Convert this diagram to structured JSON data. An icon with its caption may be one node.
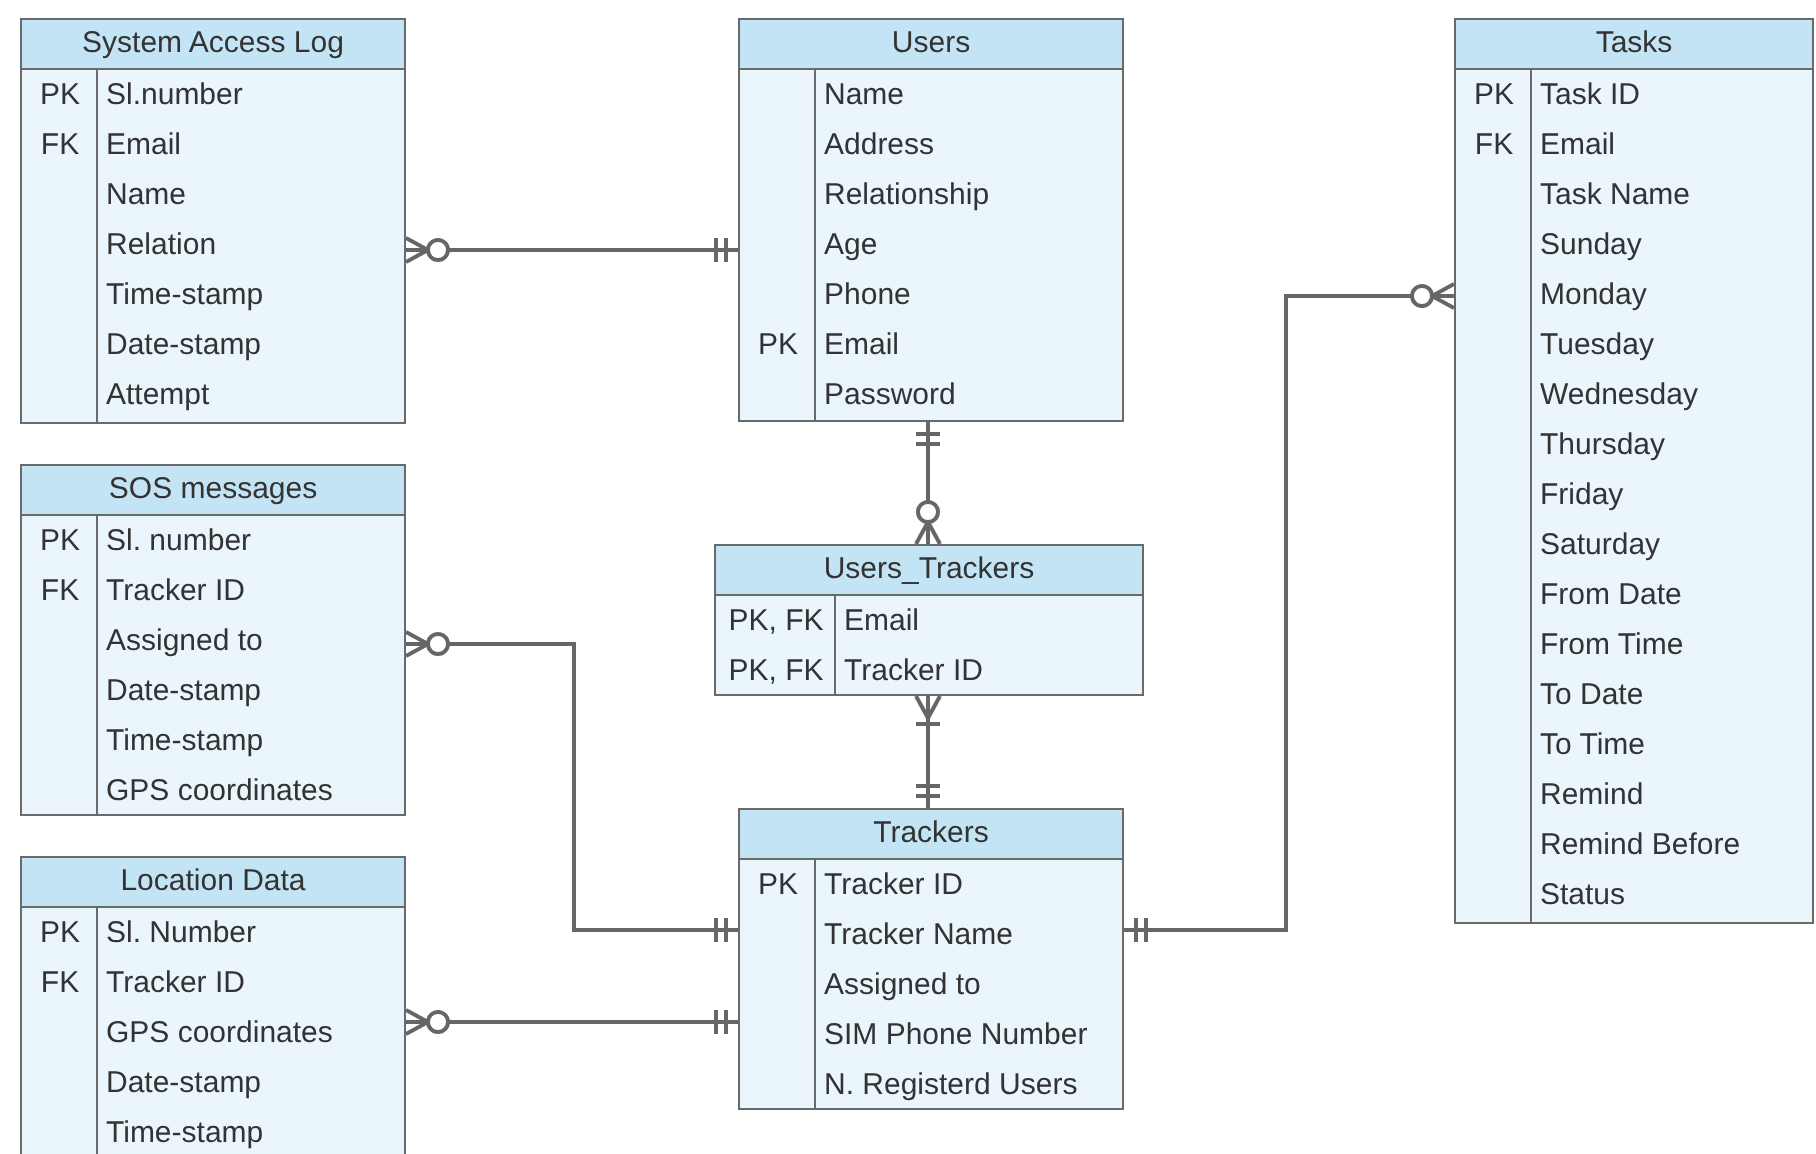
{
  "diagram": {
    "nodes": [
      {
        "text": [
          "System Access Log",
          "PK",
          "Sl.number",
          "FK",
          "Email",
          "Name",
          "Relation",
          "Time-stamp",
          "Date-stamp",
          "Attempt"
        ]
      },
      {
        "text": [
          "Users",
          "Name",
          "Address",
          "Relationship",
          "Age",
          "Phone",
          "PK",
          "Email",
          "Password"
        ]
      },
      {
        "text": [
          "Tasks",
          "PK",
          "Task ID",
          "FK",
          "Email",
          "Task Name",
          "Sunday",
          "Monday",
          "Tuesday",
          "Wednesday",
          "Thursday",
          "Friday",
          "Saturday",
          "From Date",
          "From Time",
          "To Date",
          "To Time",
          "Remind",
          "Remind Before",
          "Status"
        ]
      },
      {
        "text": [
          "SOS messages",
          "PK",
          "Sl. number",
          "FK",
          "Tracker ID",
          "Assigned to",
          "Date-stamp",
          "Time-stamp",
          "GPS coordinates"
        ]
      },
      {
        "text": [
          "Users_Trackers",
          "PK, FK",
          "Email",
          "PK, FK",
          "Tracker ID"
        ]
      },
      {
        "text": [
          "Location Data",
          "PK",
          "Sl. Number",
          "FK",
          "Tracker ID",
          "GPS coordinates",
          "Date-stamp",
          "Time-stamp"
        ]
      },
      {
        "text": [
          "Trackers",
          "PK",
          "Tracker ID",
          "Tracker Name",
          "Assigned to",
          "SIM Phone Number",
          "N. Registerd Users"
        ]
      }
    ],
    "edges": [
      {
        "from": 1,
        "to": 0,
        "arrow": "other"
      },
      {
        "from": 1,
        "to": 4,
        "arrow": "other"
      },
      {
        "from": 6,
        "to": 4,
        "arrow": "other"
      },
      {
        "from": 6,
        "to": 3,
        "arrow": "other"
      },
      {
        "from": 6,
        "to": 5,
        "arrow": "other"
      },
      {
        "from": 6,
        "to": 2,
        "arrow": "other"
      }
    ]
  }
}
